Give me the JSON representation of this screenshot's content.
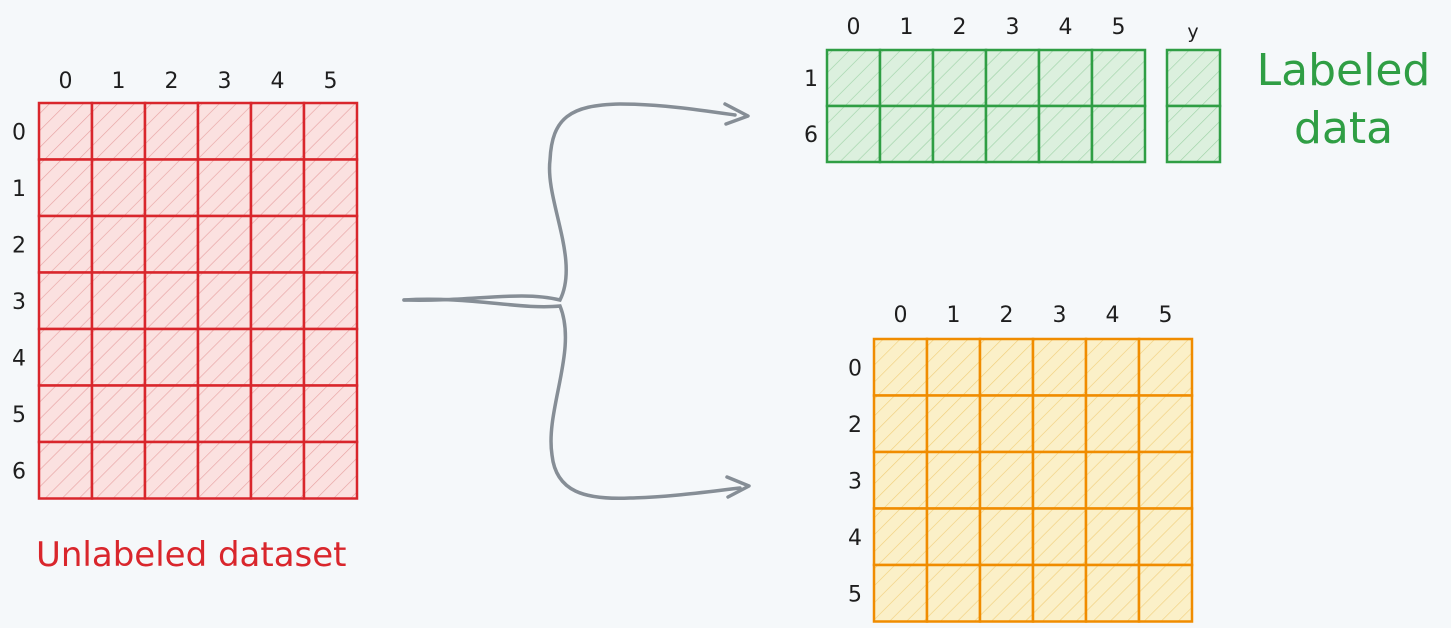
{
  "colors": {
    "unlabeled": "#d9262c",
    "unlabeled_fill": "#fbe1e0",
    "labeled": "#2f9e44",
    "labeled_fill": "#dcf0de",
    "pool": "#f08c00",
    "pool_fill": "#fbf0c8",
    "arrow": "#868e96",
    "text": "#1e1e1e"
  },
  "unlabeled_table": {
    "col_headers": [
      "0",
      "1",
      "2",
      "3",
      "4",
      "5"
    ],
    "row_headers": [
      "0",
      "1",
      "2",
      "3",
      "4",
      "5",
      "6"
    ]
  },
  "labeled_table": {
    "col_headers": [
      "0",
      "1",
      "2",
      "3",
      "4",
      "5"
    ],
    "row_headers": [
      "1",
      "6"
    ],
    "label_header": "y"
  },
  "pool_table": {
    "col_headers": [
      "0",
      "1",
      "2",
      "3",
      "4",
      "5"
    ],
    "row_headers": [
      "0",
      "2",
      "3",
      "4",
      "5"
    ]
  },
  "captions": {
    "unlabeled": "Unlabeled dataset",
    "labeled_line1": "Labeled",
    "labeled_line2": "data"
  }
}
